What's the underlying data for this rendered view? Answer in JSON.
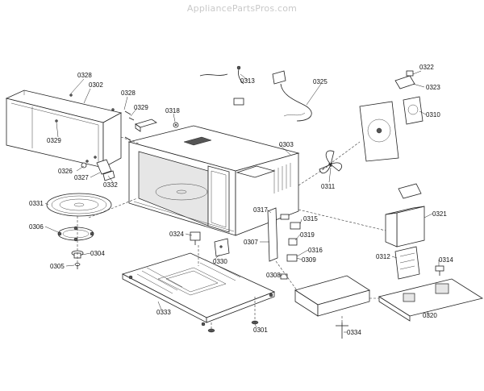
{
  "watermark": "AppliancePartsPros.com",
  "parts": [
    {
      "id": "0328a",
      "label": "0328"
    },
    {
      "id": "0302",
      "label": "0302"
    },
    {
      "id": "0328b",
      "label": "0328"
    },
    {
      "id": "0329a",
      "label": "0329"
    },
    {
      "id": "0318",
      "label": "0318"
    },
    {
      "id": "0313",
      "label": "0313"
    },
    {
      "id": "0325",
      "label": "0325"
    },
    {
      "id": "0322",
      "label": "0322"
    },
    {
      "id": "0323",
      "label": "0323"
    },
    {
      "id": "0310",
      "label": "0310"
    },
    {
      "id": "0329b",
      "label": "0329"
    },
    {
      "id": "0303",
      "label": "0303"
    },
    {
      "id": "0326",
      "label": "0326"
    },
    {
      "id": "0327",
      "label": "0327"
    },
    {
      "id": "0332",
      "label": "0332"
    },
    {
      "id": "0311",
      "label": "0311"
    },
    {
      "id": "0331",
      "label": "0331"
    },
    {
      "id": "0317",
      "label": "0317"
    },
    {
      "id": "0315",
      "label": "0315"
    },
    {
      "id": "0321",
      "label": "0321"
    },
    {
      "id": "0306",
      "label": "0306"
    },
    {
      "id": "0319",
      "label": "0319"
    },
    {
      "id": "0324",
      "label": "0324"
    },
    {
      "id": "0307",
      "label": "0307"
    },
    {
      "id": "0316",
      "label": "0316"
    },
    {
      "id": "0304",
      "label": "0304"
    },
    {
      "id": "0330",
      "label": "0330"
    },
    {
      "id": "0309",
      "label": "0309"
    },
    {
      "id": "0312",
      "label": "0312"
    },
    {
      "id": "0314",
      "label": "0314"
    },
    {
      "id": "0305",
      "label": "0305"
    },
    {
      "id": "0308",
      "label": "0308"
    },
    {
      "id": "0333",
      "label": "0333"
    },
    {
      "id": "0320",
      "label": "0320"
    },
    {
      "id": "0301",
      "label": "0301"
    },
    {
      "id": "0334",
      "label": "0334"
    }
  ]
}
